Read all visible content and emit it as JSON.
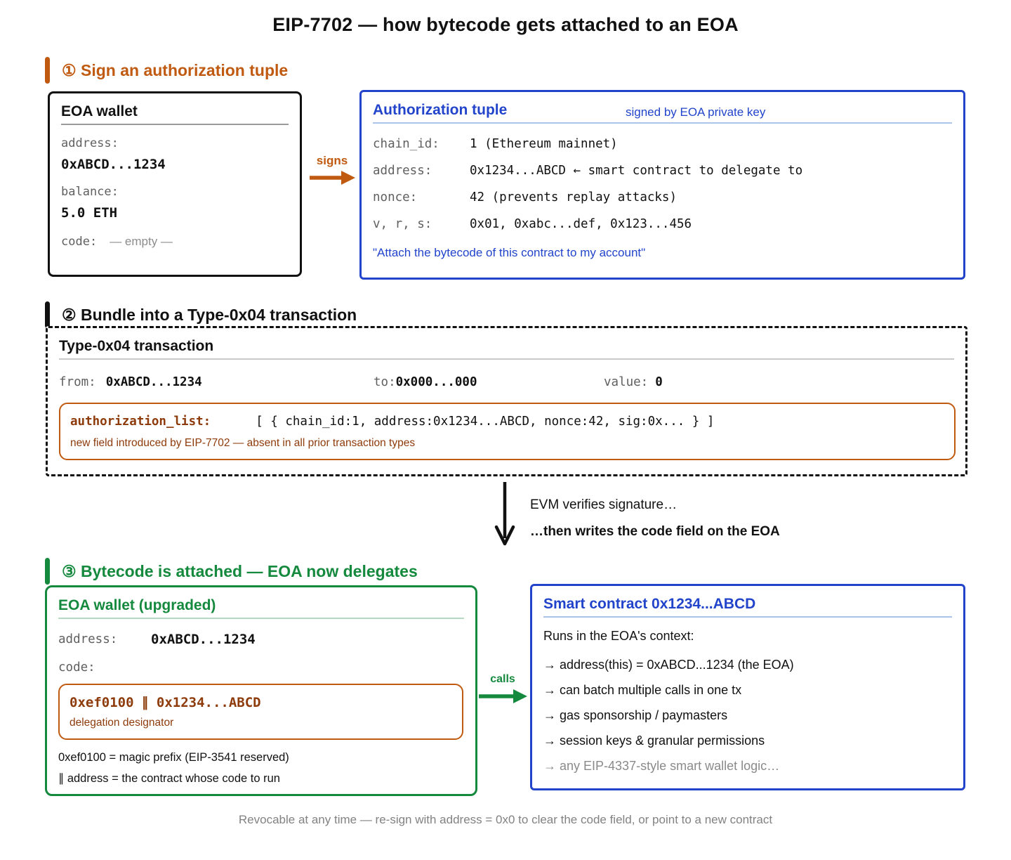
{
  "colors": {
    "orange": "#C05A11",
    "brown": "#8E3B0B",
    "blue": "#2244CB",
    "green": "#158A3E",
    "gray": "#606060"
  },
  "title": "EIP-7702 — how bytecode gets attached to an EOA",
  "section1": {
    "heading": "① Sign an authorization tuple",
    "eoa_wallet": {
      "title": "EOA wallet",
      "rows": [
        {
          "label": "address:",
          "value": "0xABCD...1234"
        },
        {
          "label": "balance:",
          "value": "5.0 ETH"
        },
        {
          "label": "code:",
          "value": "— empty —"
        }
      ]
    },
    "signs_arrow_label": "signs",
    "auth_tuple": {
      "title": "Authorization tuple",
      "subtitle": "signed by EOA private key",
      "rows": [
        {
          "label": "chain_id:",
          "value": "1 (Ethereum mainnet)"
        },
        {
          "label": "address:",
          "value": "0x1234...ABCD ← smart contract to delegate to"
        },
        {
          "label": "nonce:",
          "value": "42 (prevents replay attacks)"
        },
        {
          "label": "v, r, s:",
          "value": "0x01, 0xabc...def, 0x123...456"
        }
      ],
      "quote": "\"Attach the bytecode of this contract to my account\""
    }
  },
  "section2": {
    "heading": "② Bundle into a Type-0x04 transaction",
    "tx_box": {
      "title": "Type-0x04 transaction",
      "from_label": "from:",
      "from_value": "0xABCD...1234",
      "to_label": "to:",
      "to_value": "0x000...000",
      "value_label": "value:",
      "value_value": "0",
      "auth_list_label": "authorization_list:",
      "auth_list_value": "[ { chain_id:1, address:0x1234...ABCD, nonce:42, sig:0x... } ]",
      "auth_list_note": "new field introduced by EIP-7702 — absent in all prior transaction types"
    }
  },
  "middle": {
    "line1": "EVM verifies signature…",
    "line2": "…then writes the code field on the EOA"
  },
  "section3": {
    "heading": "③ Bytecode is attached — EOA now delegates",
    "eoa_upgraded": {
      "title": "EOA wallet (upgraded)",
      "address_label": "address:",
      "address_value": "0xABCD...1234",
      "code_label": "code:",
      "designator_value": "0xef0100 ∥ 0x1234...ABCD",
      "designator_note": "delegation designator",
      "note1": "0xef0100 = magic prefix (EIP-3541 reserved)",
      "note2": "∥ address = the contract whose code to run"
    },
    "calls_arrow_label": "calls",
    "smart_contract": {
      "title": "Smart contract 0x1234...ABCD",
      "intro": "Runs in the EOA's context:",
      "bullets": [
        {
          "text": "→ address(this) = 0xABCD...1234 (the EOA)"
        },
        {
          "text": "→ can batch multiple calls in one tx"
        },
        {
          "text": "→ gas sponsorship / paymasters"
        },
        {
          "text": "→ session keys & granular permissions"
        },
        {
          "text": "→ any EIP-4337-style smart wallet logic…"
        }
      ]
    }
  },
  "footer": "Revocable at any time — re-sign with address = 0x0 to clear the code field, or point to a new contract"
}
